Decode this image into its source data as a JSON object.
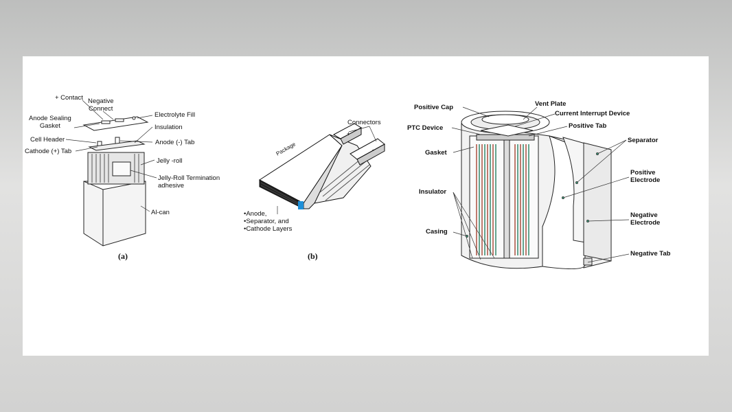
{
  "diagram_a": {
    "caption": "(a)",
    "labels": {
      "plus_contact": "+ Contact",
      "negative_connect": "Negative\nConnect",
      "anode_sealing_gasket": "Anode Sealing\nGasket",
      "electrolyte_fill": "Electrolyte Fill",
      "insulation": "Insulation",
      "cell_header": "Cell Header",
      "anode_tab": "Anode (-) Tab",
      "cathode_tab": "Cathode (+) Tab",
      "jelly_roll": "Jelly -roll",
      "jelly_roll_termination": "Jelly-Roll Termination\nadhesive",
      "al_can": "Al-can"
    }
  },
  "diagram_b": {
    "caption": "(b)",
    "labels": {
      "connectors": "Connectors",
      "package": "Package",
      "plus": "+",
      "minus": "-",
      "layers": "•Anode,\n•Separator, and\n•Cathode Layers"
    }
  },
  "diagram_c": {
    "labels": {
      "positive_cap": "Positive Cap",
      "vent_plate": "Vent Plate",
      "current_interrupt_device": "Current Interrupt Device",
      "ptc_device": "PTC Device",
      "positive_tab": "Positive Tab",
      "separator": "Separator",
      "gasket": "Gasket",
      "positive_electrode": "Positive\nElectrode",
      "insulator": "Insulator",
      "negative_electrode": "Negative\nElectrode",
      "casing": "Casing",
      "negative_tab": "Negative Tab"
    },
    "colors": {
      "electrode_red": "#b05a4a",
      "electrode_green": "#3f8f72",
      "accent_blue": "#1d8fd8"
    }
  }
}
